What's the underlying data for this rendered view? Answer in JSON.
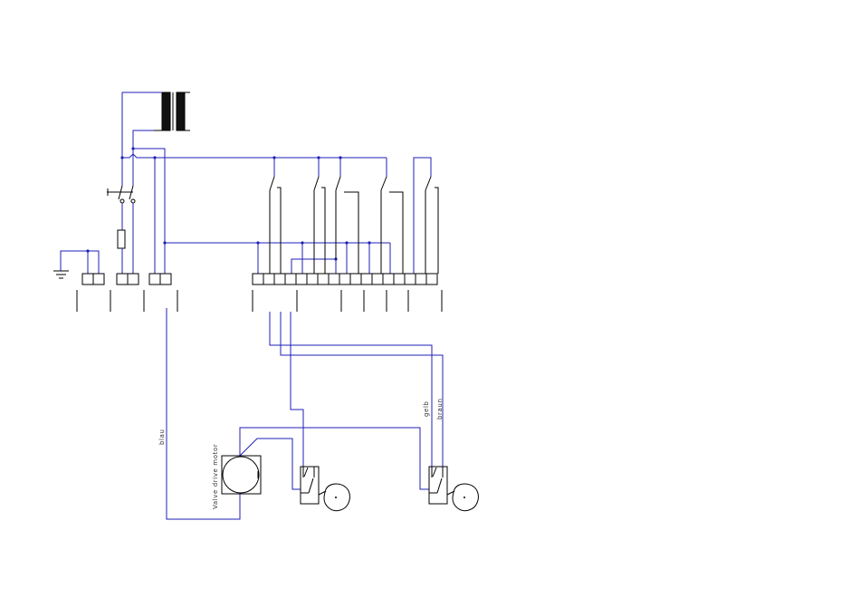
{
  "labels": {
    "blau": "blau",
    "motor": "Valve drive motor",
    "gelb": "gelb",
    "braun": "braun"
  },
  "colors": {
    "wire": "#1f1fb8",
    "component": "#000000",
    "background": "#ffffff"
  },
  "terminal_blocks": {
    "left_groups": 3,
    "right_terminals": 17
  }
}
